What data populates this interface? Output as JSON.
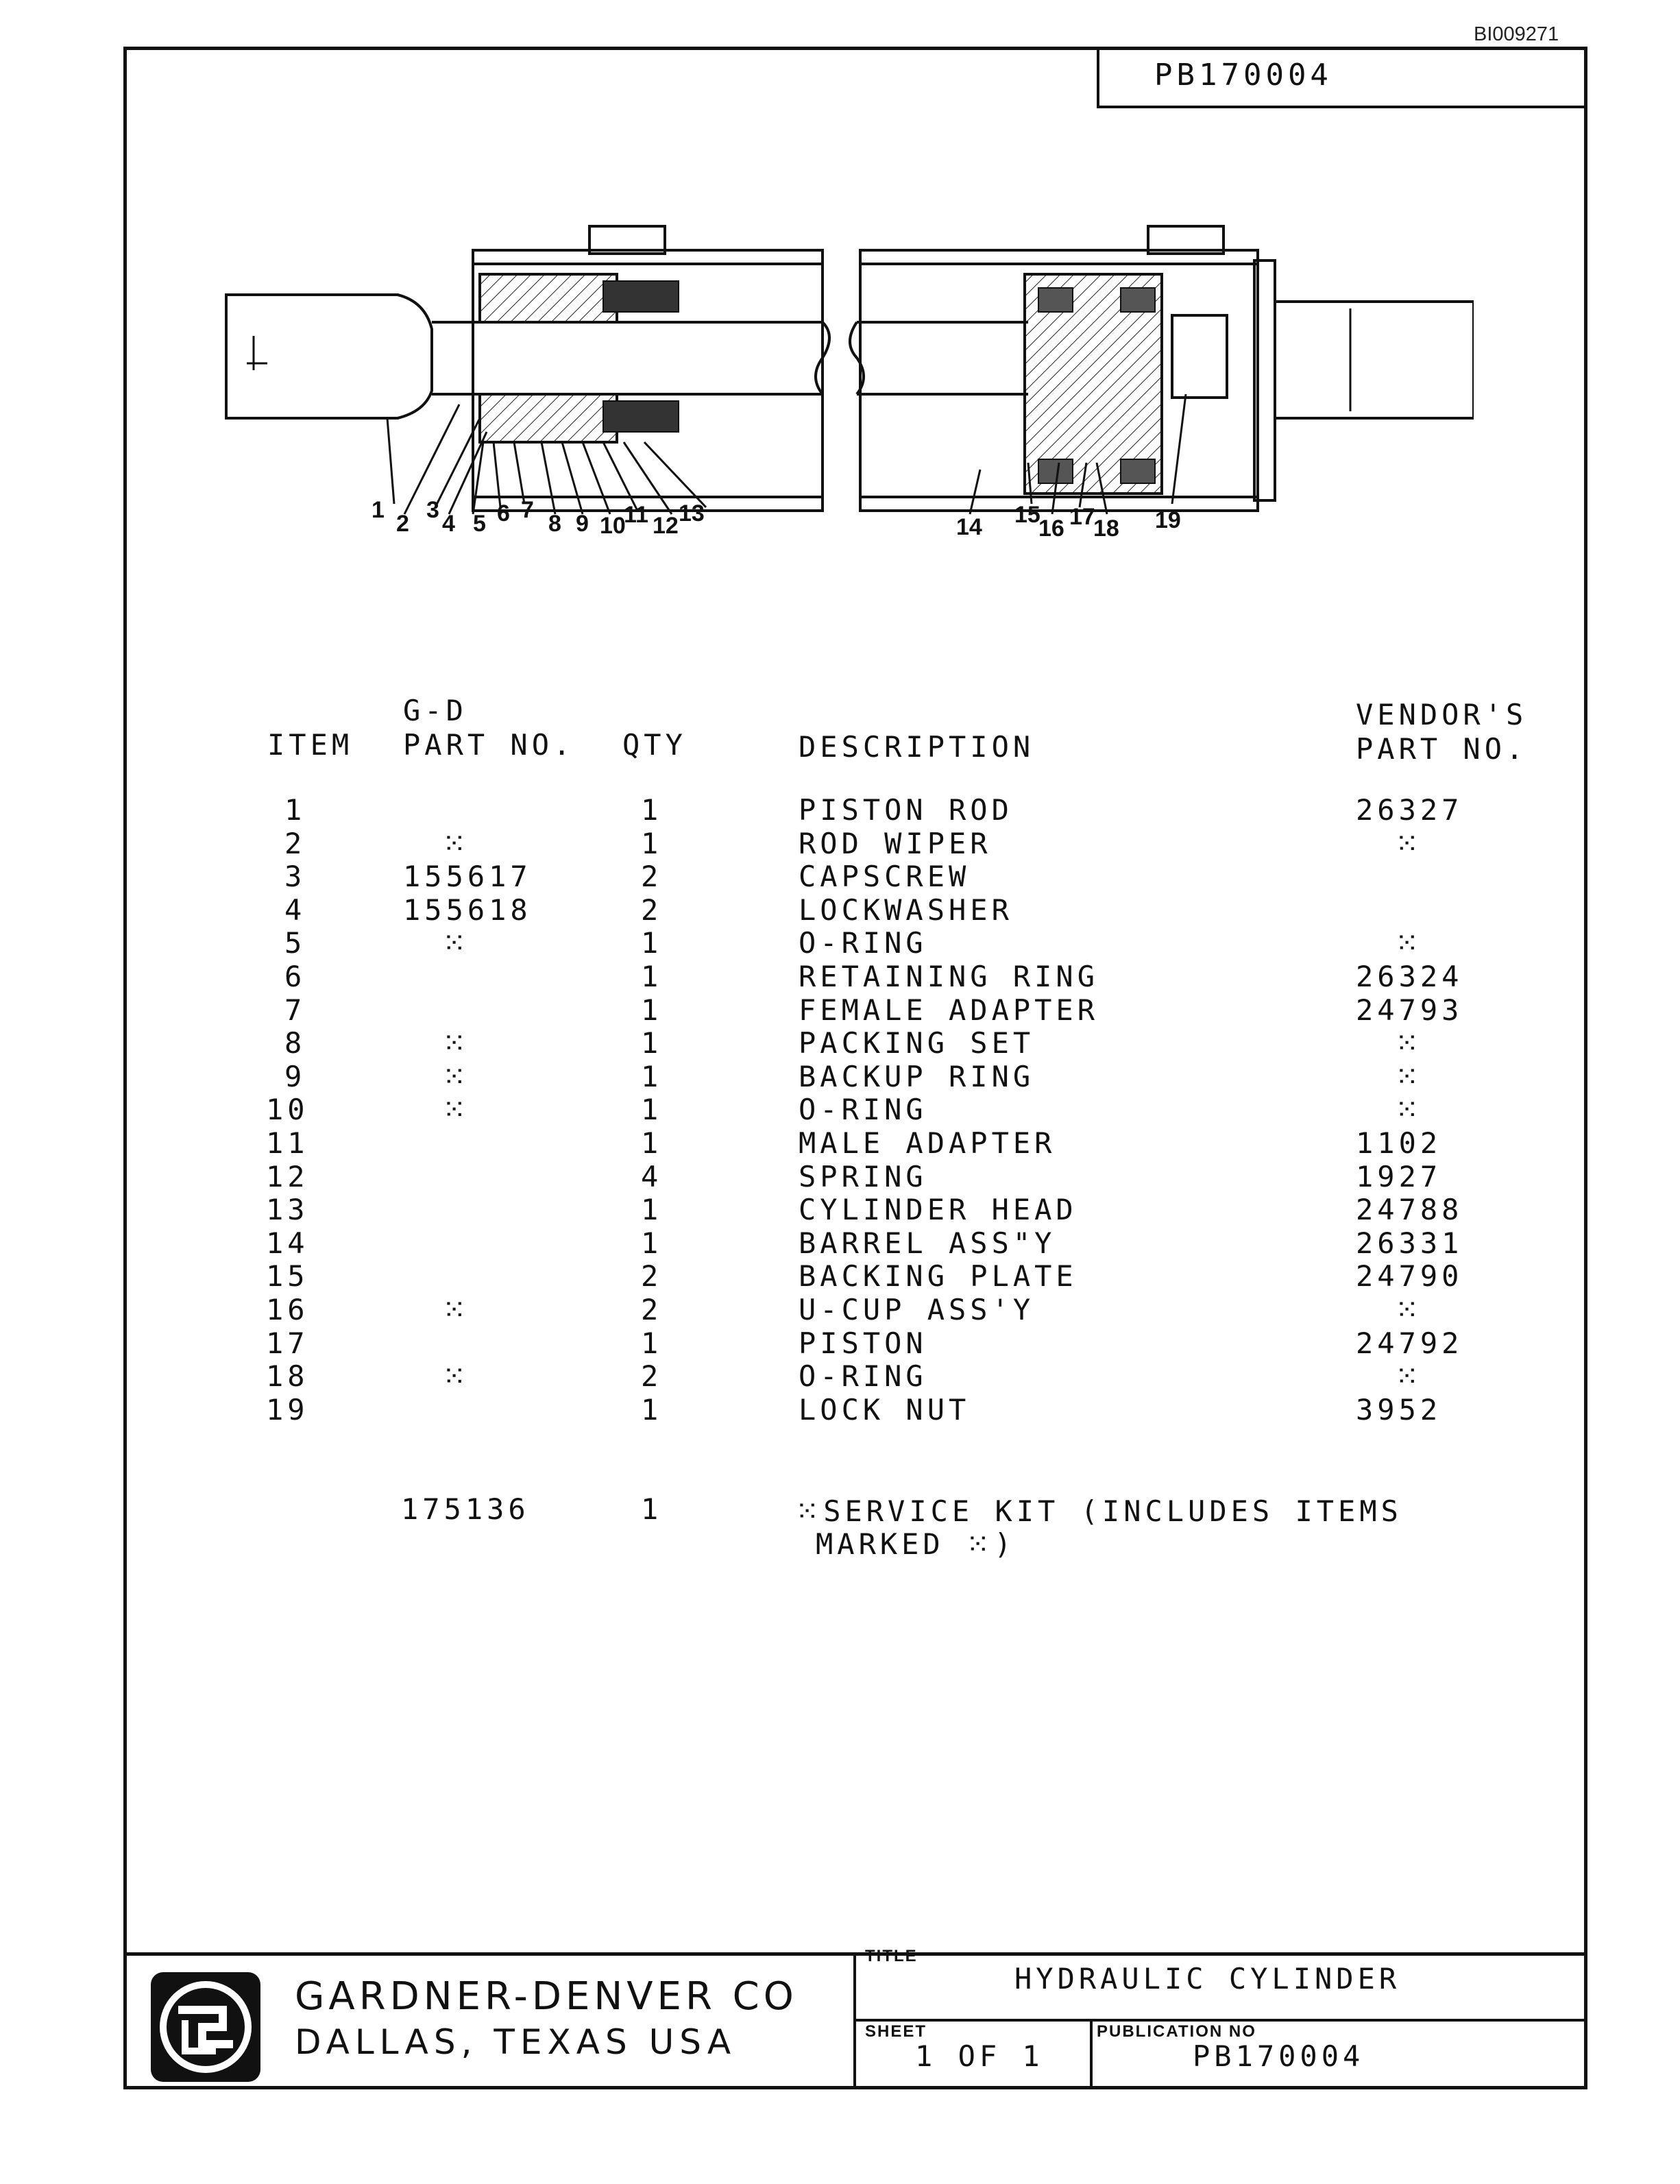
{
  "document_id": "BI009271",
  "publication_box": "PB170004",
  "callouts": [
    "1",
    "2",
    "3",
    "4",
    "5",
    "6",
    "7",
    "8",
    "9",
    "10",
    "11",
    "12",
    "13",
    "14",
    "15",
    "16",
    "17",
    "18",
    "19"
  ],
  "table": {
    "headers": {
      "item": "ITEM",
      "gd_line1": "G-D",
      "gd_line2": "PART NO.",
      "qty": "QTY",
      "description": "DESCRIPTION",
      "vendor_line1": "VENDOR'S",
      "vendor_line2": "PART NO."
    },
    "rows": [
      {
        "item": "1",
        "gd": "",
        "qty": "1",
        "desc": "PISTON ROD",
        "vendor": "26327"
      },
      {
        "item": "2",
        "gd": "⁙",
        "qty": "1",
        "desc": "ROD WIPER",
        "vendor": "⁙"
      },
      {
        "item": "3",
        "gd": "155617",
        "qty": "2",
        "desc": "CAPSCREW",
        "vendor": ""
      },
      {
        "item": "4",
        "gd": "155618",
        "qty": "2",
        "desc": "LOCKWASHER",
        "vendor": ""
      },
      {
        "item": "5",
        "gd": "⁙",
        "qty": "1",
        "desc": "O-RING",
        "vendor": "⁙"
      },
      {
        "item": "6",
        "gd": "",
        "qty": "1",
        "desc": "RETAINING RING",
        "vendor": "26324"
      },
      {
        "item": "7",
        "gd": "",
        "qty": "1",
        "desc": "FEMALE ADAPTER",
        "vendor": "24793"
      },
      {
        "item": "8",
        "gd": "⁙",
        "qty": "1",
        "desc": "PACKING SET",
        "vendor": "⁙"
      },
      {
        "item": "9",
        "gd": "⁙",
        "qty": "1",
        "desc": "BACKUP RING",
        "vendor": "⁙"
      },
      {
        "item": "10",
        "gd": "⁙",
        "qty": "1",
        "desc": "O-RING",
        "vendor": "⁙"
      },
      {
        "item": "11",
        "gd": "",
        "qty": "1",
        "desc": "MALE ADAPTER",
        "vendor": "1102"
      },
      {
        "item": "12",
        "gd": "",
        "qty": "4",
        "desc": "SPRING",
        "vendor": "1927"
      },
      {
        "item": "13",
        "gd": "",
        "qty": "1",
        "desc": "CYLINDER HEAD",
        "vendor": "24788"
      },
      {
        "item": "14",
        "gd": "",
        "qty": "1",
        "desc": "BARREL ASS\"Y",
        "vendor": "26331"
      },
      {
        "item": "15",
        "gd": "",
        "qty": "2",
        "desc": "BACKING PLATE",
        "vendor": "24790"
      },
      {
        "item": "16",
        "gd": "⁙",
        "qty": "2",
        "desc": "U-CUP ASS'Y",
        "vendor": "⁙"
      },
      {
        "item": "17",
        "gd": "",
        "qty": "1",
        "desc": "PISTON",
        "vendor": "24792"
      },
      {
        "item": "18",
        "gd": "⁙",
        "qty": "2",
        "desc": "O-RING",
        "vendor": "⁙"
      },
      {
        "item": "19",
        "gd": "",
        "qty": "1",
        "desc": "LOCK NUT",
        "vendor": "3952"
      }
    ],
    "kit": {
      "gd": "175136",
      "qty": "1",
      "desc_line1": "⁙SERVICE KIT (INCLUDES ITEMS",
      "desc_line2": "MARKED ⁙)"
    }
  },
  "title_block": {
    "company": "GARDNER-DENVER CO",
    "city": "DALLAS, TEXAS USA",
    "title_label": "TITLE",
    "title": "HYDRAULIC CYLINDER",
    "sheet_label": "SHEET",
    "sheet": "1 OF 1",
    "pub_label": "PUBLICATION NO",
    "pub_no": "PB170004"
  }
}
